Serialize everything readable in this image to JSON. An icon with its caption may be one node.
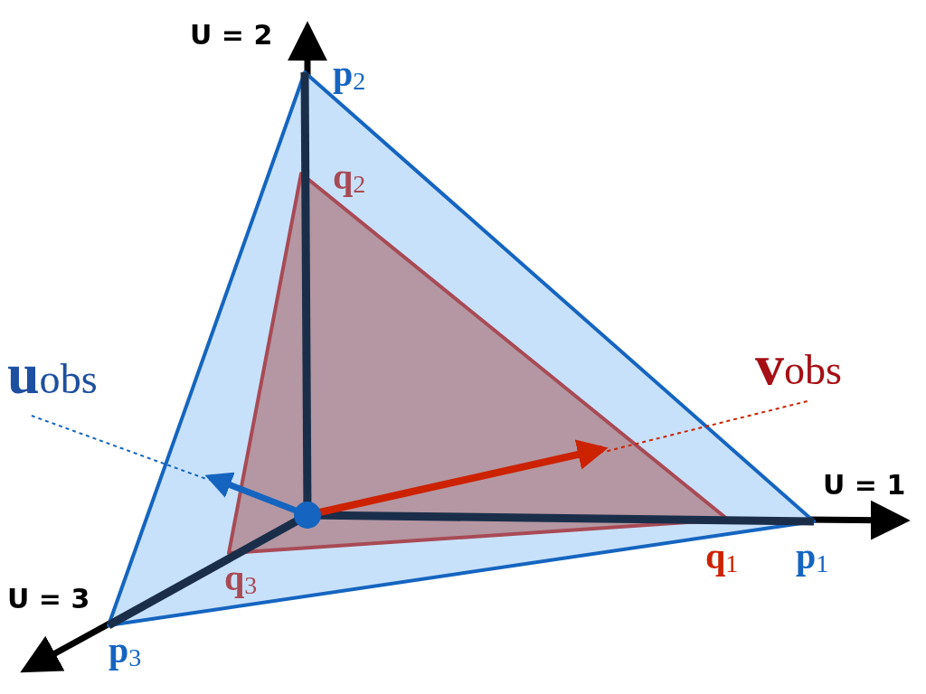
{
  "diagram": {
    "nodes": [
      {
        "text": [
          "**u**$_{obs}$"
        ]
      },
      {
        "text": [
          "**v**$_{obs}$"
        ]
      }
    ],
    "edges": [
      {
        "from": 0,
        "to": null,
        "arrow": "none",
        "style": "dashed",
        "color": "#1565c0"
      },
      {
        "from": 1,
        "to": null,
        "arrow": "none",
        "style": "dashed",
        "color": "#cc2200"
      }
    ],
    "labels": [
      "U = 2",
      "**p**$_{2}$",
      "**q**$_{2}$",
      "U = 1",
      "**q**$_{1}$",
      "**p**$_{1}$",
      "**q**$_{3}$",
      "U = 3",
      "**p**$_{3}$"
    ]
  }
}
